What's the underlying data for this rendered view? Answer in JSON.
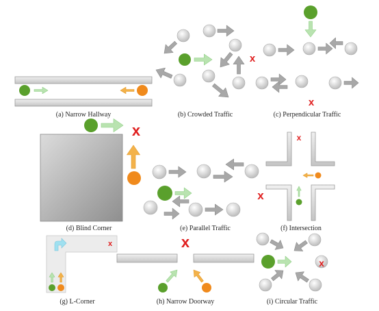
{
  "panels": [
    {
      "id": "a",
      "caption": "(a) Narrow Hallway"
    },
    {
      "id": "b",
      "caption": "(b) Crowded Traffic"
    },
    {
      "id": "c",
      "caption": "(c) Perpendicular Traffic"
    },
    {
      "id": "d",
      "caption": "(d) Blind Corner"
    },
    {
      "id": "e",
      "caption": "(e) Parallel Traffic"
    },
    {
      "id": "f",
      "caption": "(f) Intersection"
    },
    {
      "id": "g",
      "caption": "(g) L-Corner"
    },
    {
      "id": "h",
      "caption": "(h) Narrow Doorway"
    },
    {
      "id": "i",
      "caption": "(i) Circular Traffic"
    }
  ],
  "marks": {
    "x_symbol": "x"
  },
  "colors": {
    "robot": "#5aa02c",
    "robot_arrow": "#b9e3b0",
    "human": "#f08a1c",
    "human_arrow": "#f3b24a",
    "pedestrian": "#d6d6d6",
    "pedestrian_arrow": "#a8a8a8",
    "collision": "#e02020",
    "wall": "#cfcfcf"
  }
}
